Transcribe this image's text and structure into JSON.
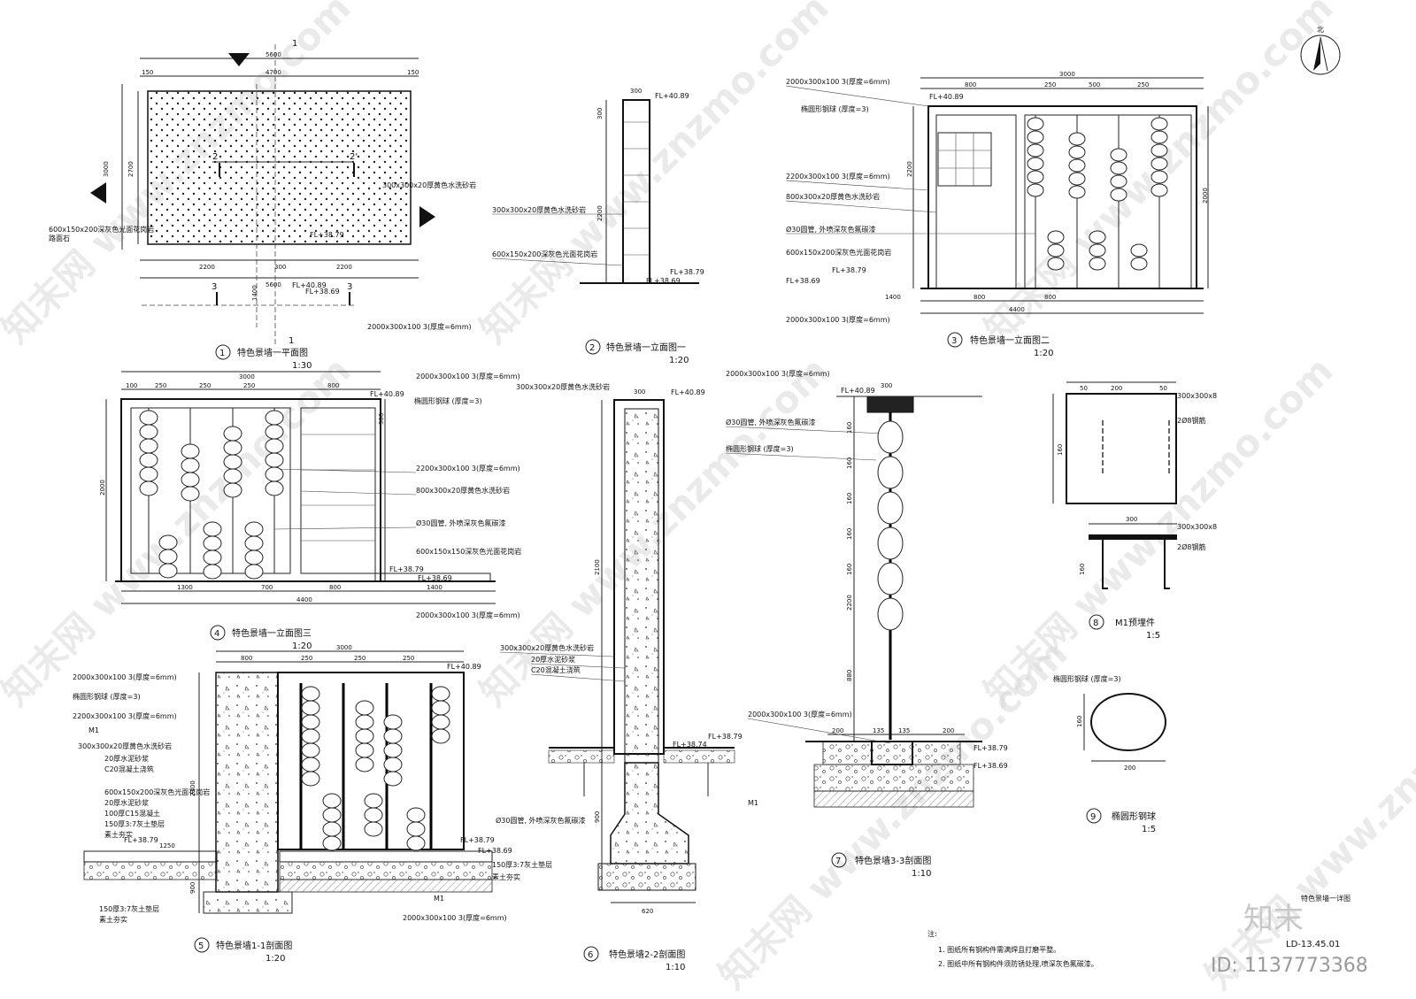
{
  "panels": [
    {
      "num": "1",
      "title": "特色景墙一平面图",
      "scale": "1:30"
    },
    {
      "num": "2",
      "title": "特色景墙一立面图一",
      "scale": "1:20"
    },
    {
      "num": "3",
      "title": "特色景墙一立面图二",
      "scale": "1:20"
    },
    {
      "num": "4",
      "title": "特色景墙一立面图三",
      "scale": "1:20"
    },
    {
      "num": "5",
      "title": "特色景墙1-1剖面图",
      "scale": "1:20"
    },
    {
      "num": "6",
      "title": "特色景墙2-2剖面图",
      "scale": "1:10"
    },
    {
      "num": "7",
      "title": "特色景墙3-3剖面图",
      "scale": "1:10"
    },
    {
      "num": "8",
      "title": "M1预埋件",
      "scale": "1:5"
    },
    {
      "num": "9",
      "title": "椭圆形钢球",
      "scale": "1:5"
    }
  ],
  "labels": {
    "cap": "2000x300x100 3(厚度=6mm)",
    "cap_2200": "2200x300x100 3(厚度=6mm)",
    "panel_800": "800x300x20厚黄色水洗砂岩",
    "stone_300": "300x300x20厚黄色水洗砂岩",
    "base_600": "600x150x200深灰色光面花岗岩",
    "base_600b": "600x150x150深灰色光面花岗岩",
    "rod": "Ø30圆管, 外喷深灰色氟碳漆",
    "ellipse_ball": "椭圆形钢球 (厚度=3)",
    "m1": "M1",
    "sand": "20厚水泥砂浆",
    "c20": "C20混凝土浇筑",
    "gravel": "150厚3:7灰土垫层",
    "c15": "100厚C15混凝土",
    "soil": "素土夯实",
    "rebar": "2Ø8钢筋",
    "plate": "300x300x8",
    "paving": "路面石"
  },
  "elevations": {
    "fl1": "FL+40.89",
    "fl2": "FL+38.79",
    "fl3": "FL+38.69",
    "fl4": "FL+38.74"
  },
  "dims": {
    "d5600": "5600",
    "d4700": "4700",
    "d150": "150",
    "d2200": "2200",
    "d300": "300",
    "d3000": "3000",
    "d2700": "2700",
    "d1400": "1400",
    "d4400": "4400",
    "d800": "800",
    "d250": "250",
    "d500": "500",
    "d100": "100",
    "d2000": "2000",
    "d1300": "1300",
    "d700": "700",
    "d2100": "2100",
    "d900": "900",
    "d620": "620",
    "d50": "50",
    "d160": "160",
    "d200": "200",
    "d135": "135",
    "d880": "880",
    "d1250": "1250"
  },
  "section_marks": {
    "s1": "1",
    "s2": "2",
    "s2p": "2'",
    "s3": "3",
    "north": "北"
  },
  "notes": {
    "head": "注:",
    "n1": "1. 图纸所有钢构件需满焊且打磨平整。",
    "n2": "2. 图纸中所有钢构件须防锈处理,喷深灰色氟碳漆。"
  },
  "sheet": {
    "title": "特色景墙一详图",
    "code": "LD-13.45.01",
    "brand": "知末",
    "id": "ID: 1137773368",
    "watermark": "知末网 www.znzmo.com"
  }
}
